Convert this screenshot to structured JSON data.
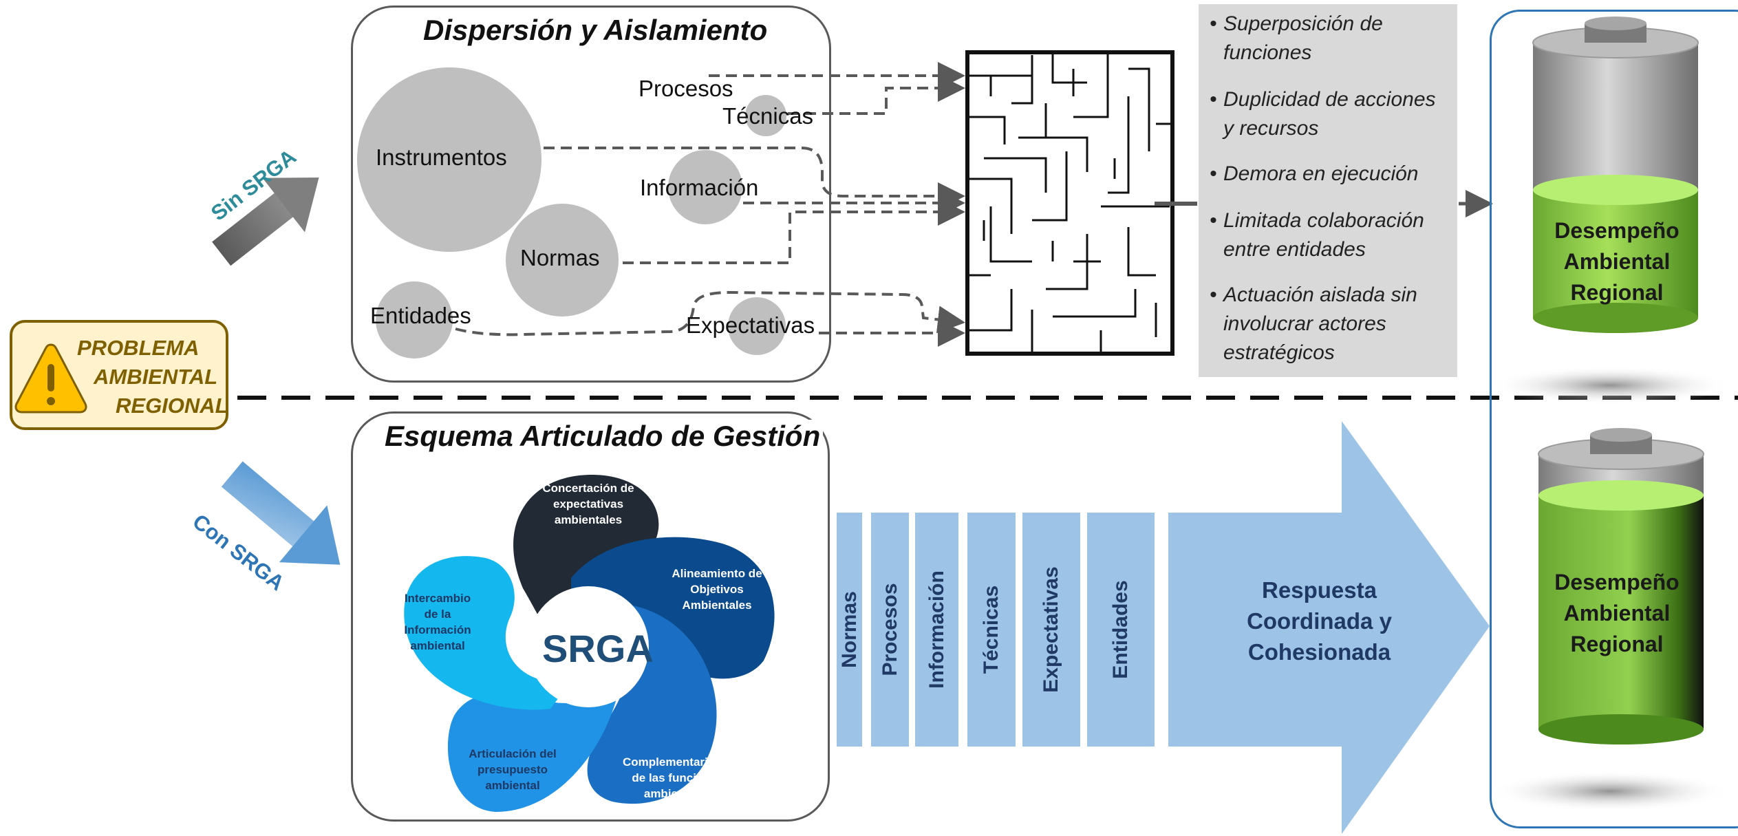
{
  "problem": {
    "lines": [
      "PROBLEMA",
      "AMBIENTAL",
      "REGIONAL"
    ],
    "icon": "warning-icon"
  },
  "without": {
    "path_label": "Sin SRGA",
    "panel_title": "Dispersión y Aislamiento",
    "elements": [
      "Procesos",
      "Técnicas",
      "Instrumentos",
      "Información",
      "Normas",
      "Entidades",
      "Expectativas"
    ],
    "maze_icon": "maze-icon",
    "effects": [
      "Superposición de funciones",
      "Duplicidad de acciones y recursos",
      "Demora en ejecución",
      "Limitada colaboración entre entidades",
      "Actuación aislada sin involucrar actores estratégicos"
    ],
    "battery_level": 0.36,
    "battery_label": [
      "Desempeño",
      "Ambiental",
      "Regional"
    ]
  },
  "with": {
    "path_label": "Con SRGA",
    "panel_title": "Esquema Articulado de Gestión",
    "center_label": "SRGA",
    "petals": [
      "Concertación de expectativas ambientales",
      "Alineamiento de Objetivos Ambientales",
      "Complementariedad de las funciones ambientales",
      "Articulación del presupuesto ambiental",
      "Intercambio de la Información ambiental"
    ],
    "bars": [
      "Normas",
      "Procesos",
      "Información",
      "Técnicas",
      "Expectativas",
      "Entidades"
    ],
    "arrow_text": "Respuesta Coordinada y Cohesionada",
    "battery_level": 0.86,
    "battery_label": [
      "Desempeño",
      "Ambiental",
      "Regional"
    ]
  },
  "colors": {
    "petals": [
      "#222a35",
      "#0b4a8c",
      "#1a6fc4",
      "#2193e6",
      "#15b7ef"
    ],
    "bars": "#9dc3e6",
    "battery_green": "#92d050",
    "text_dark_blue": "#1f3864",
    "sin_label": "#2e8b9a",
    "con_label": "#2e75b6",
    "problem_text": "#7f6000",
    "problem_fill": "#fff2cc"
  }
}
